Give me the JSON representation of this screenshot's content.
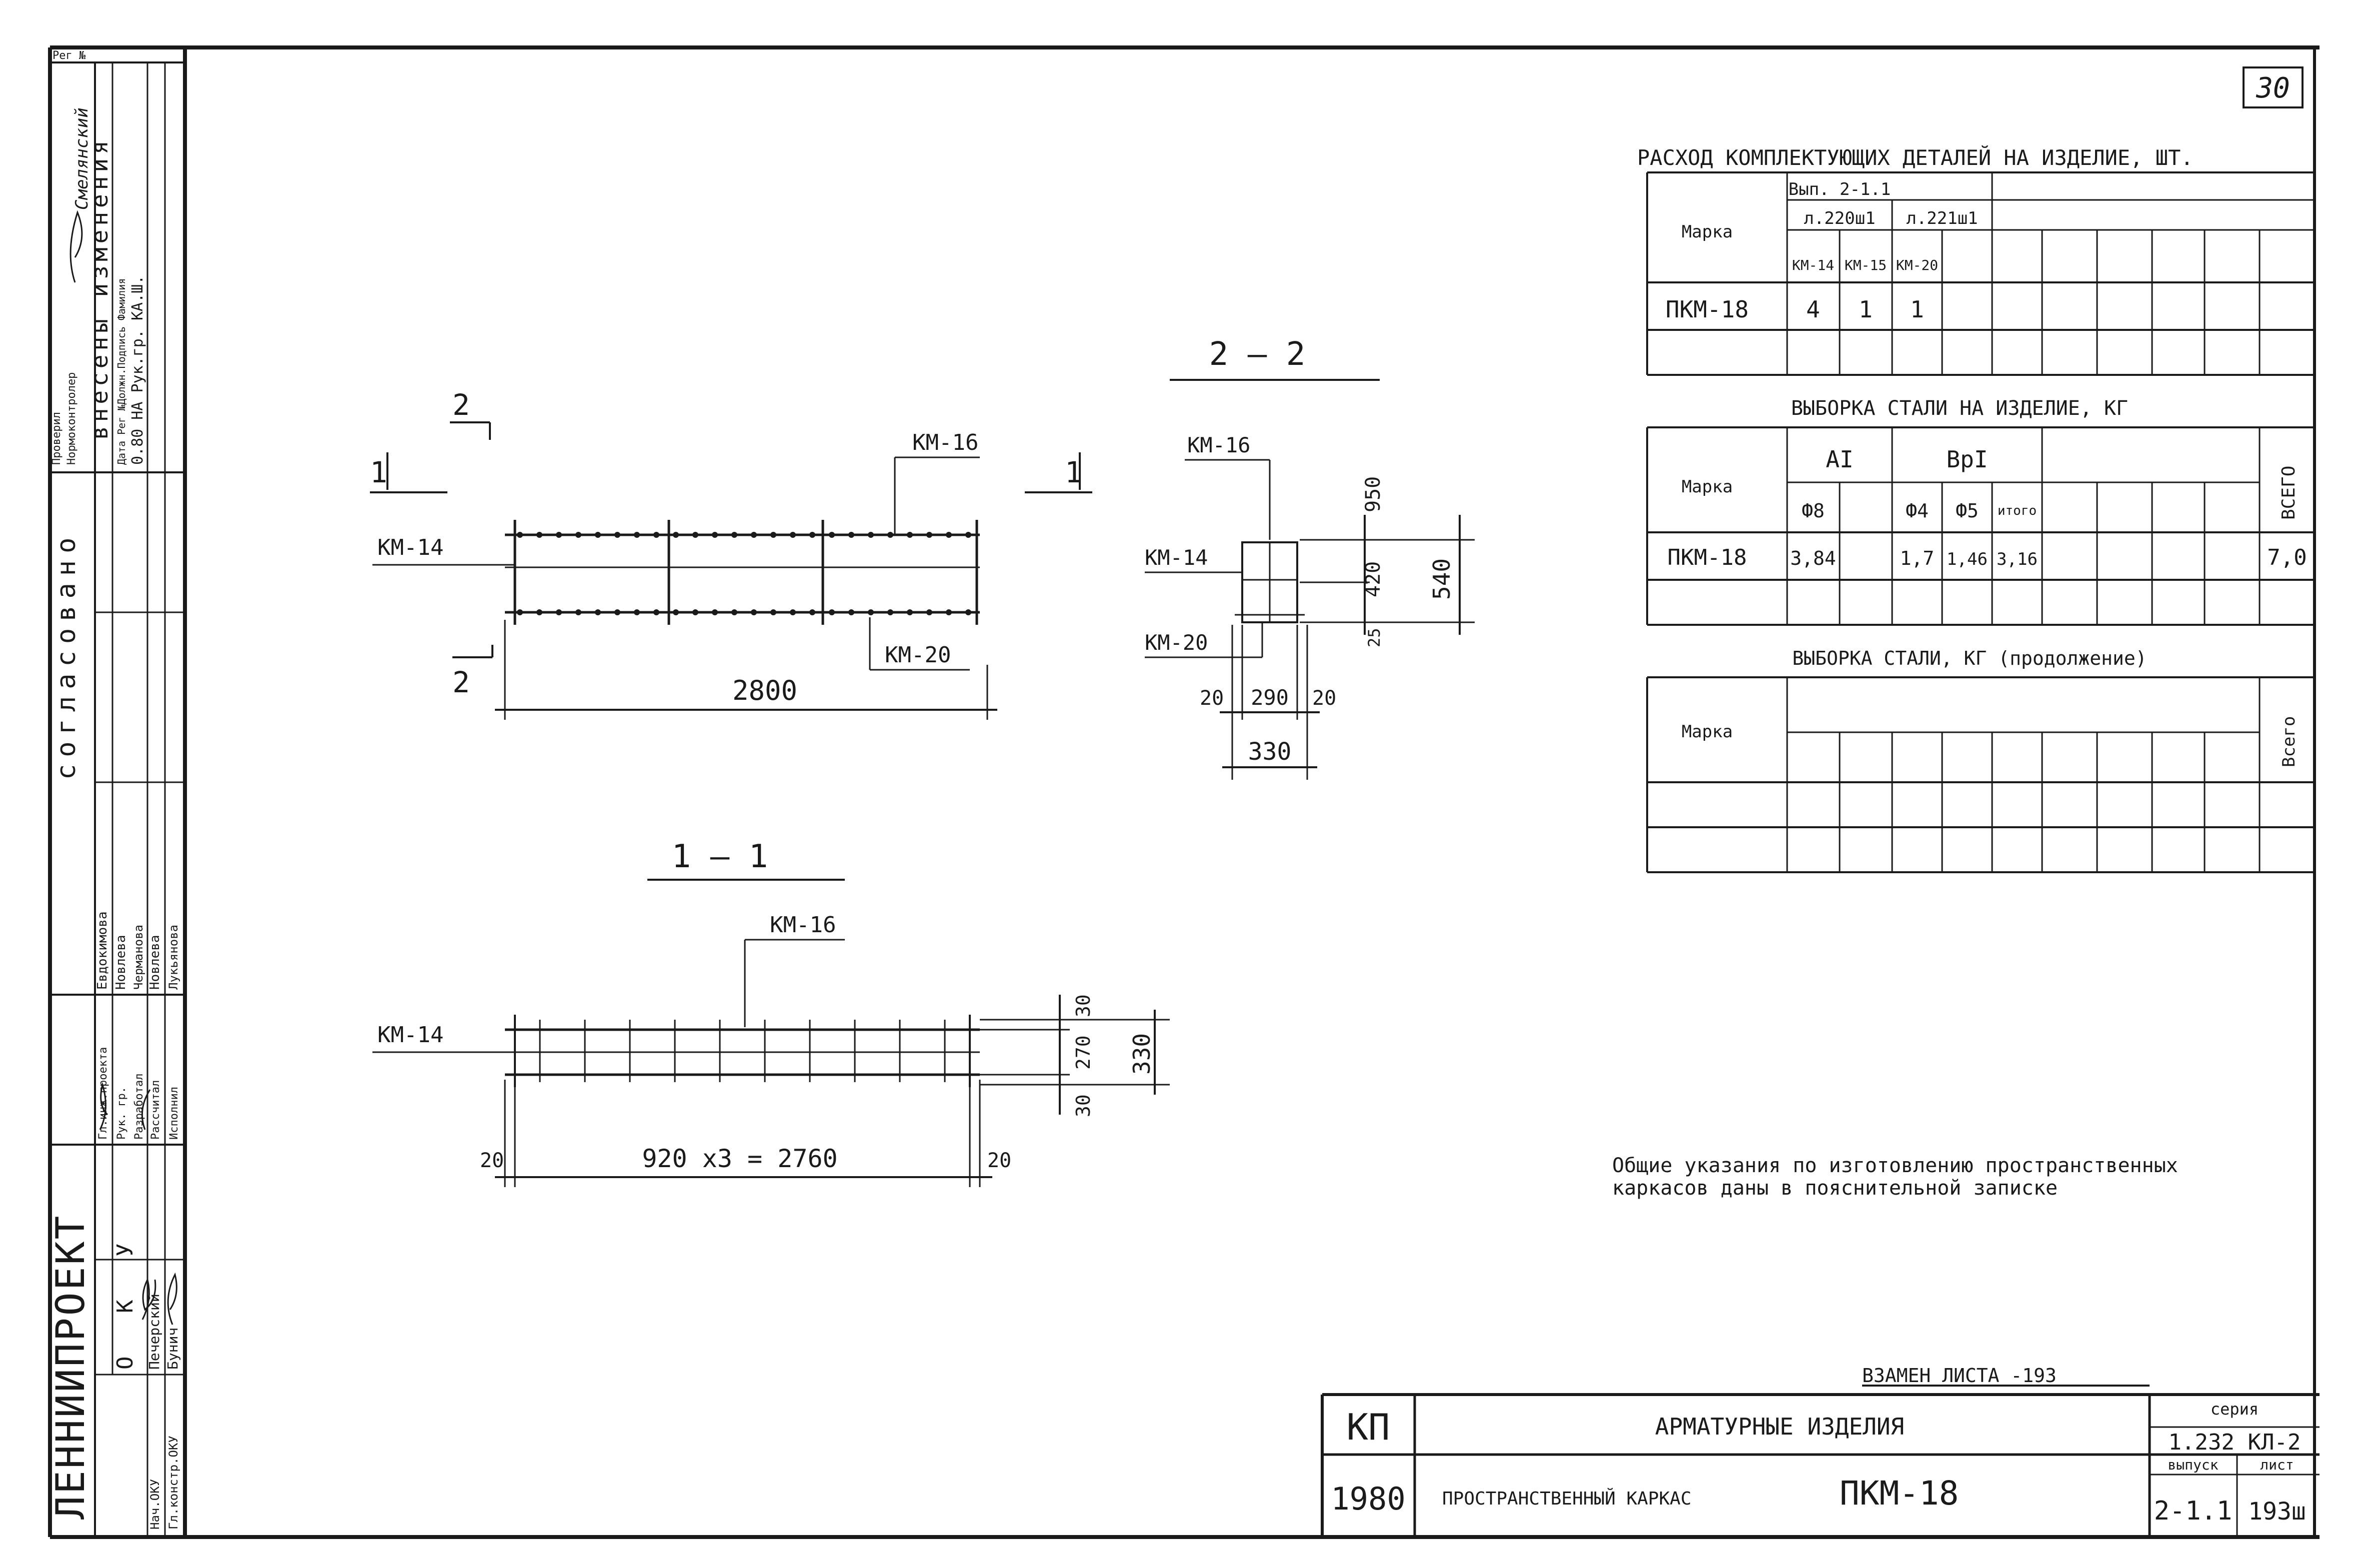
{
  "sheet_number": "30",
  "sections": {
    "s22": "2 — 2",
    "s11": "1 — 1",
    "mark2": "2",
    "mark1": "1"
  },
  "elev": {
    "km14": "КМ-14",
    "km16": "КМ-16",
    "km20": "КМ-20",
    "len": "2800"
  },
  "sec22": {
    "km16": "КМ-16",
    "km14": "КМ-14",
    "km20": "КМ-20",
    "d950": "950",
    "d420": "420",
    "d540": "540",
    "d25": "25",
    "d20a": "20",
    "d290": "290",
    "d20b": "20",
    "d330": "330"
  },
  "sec11": {
    "km16": "КМ-16",
    "km14": "КМ-14",
    "d30a": "30",
    "d270": "270",
    "d30b": "30",
    "d330": "330",
    "d20a": "20",
    "len": "920 x3 = 2760",
    "d20b": "20"
  },
  "t1": {
    "title": "РАСХОД КОМПЛЕКТУЮЩИХ ДЕТАЛЕЙ НА ИЗДЕЛИЕ, ШТ.",
    "mark_header": "Марка",
    "vyp": "Вып. 2-1.1",
    "l1": "л.220ш1",
    "l2": "л.221ш1",
    "c1": "КМ-14",
    "c2": "КМ-15",
    "c3": "КМ-20",
    "row_mark": "ПКМ-18",
    "v1": "4",
    "v2": "1",
    "v3": "1"
  },
  "t2": {
    "title": "ВЫБОРКА СТАЛИ НА ИЗДЕЛИЕ, КГ",
    "mark_header": "Марка",
    "g1": "АI",
    "g2": "ВрI",
    "h1": "Ф8",
    "h2": "Ф4",
    "h3": "Ф5",
    "h4": "итого",
    "total_header": "ВСЕГО",
    "row_mark": "ПКМ-18",
    "v1": "3,84",
    "v2": "1,7",
    "v3": "1,46",
    "v4": "3,16",
    "total": "7,0"
  },
  "t3": {
    "title": "ВЫБОРКА СТАЛИ, КГ (продолжение)",
    "mark_header": "Марка",
    "total_header": "Всего"
  },
  "note": {
    "line1": "Общие указания по изготовлению пространственных",
    "line2": "каркасов даны в пояснительной записке"
  },
  "stamp": {
    "replace": "ВЗАМЕН ЛИСТА -193",
    "kp": "КП",
    "year": "1980",
    "title1": "АРМАТУРНЫЕ ИЗДЕЛИЯ",
    "title2": "ПРОСТРАНСТВЕННЫЙ КАРКАС",
    "product": "ПКМ-18",
    "seria_label": "серия",
    "seria": "1.232 КЛ-2",
    "vypusk_label": "выпуск",
    "list_label": "лист",
    "vypusk": "2-1.1",
    "list": "193ш"
  },
  "side": {
    "org": "ЛЕННИИПРОЕКТ",
    "oku": "О К У",
    "soglas": "согласовано",
    "vneseny": "внесены изменения",
    "reg": "Рег №",
    "chek": "Смелянский",
    "proveril": "Проверил",
    "normo": "Нормоконтролер",
    "col_hdr": "Дата Рег №Должн.Подпись Фамилия",
    "chg_row": "0.80 НА Рук.гр. КА.Ш.",
    "nach": "Нач.ОКУ",
    "glk": "Гл.констр.ОКУ",
    "gip": "Гл.инж.проекта",
    "rukgr": "Рук. гр.",
    "razrab": "Разработал",
    "rasschit": "Рассчитал",
    "ispolnil": "Исполнил",
    "fam1": "Печерский",
    "fam2": "Бунич",
    "fam3": "Евдокимова",
    "fam4": "Новлева",
    "fam5": "Черманова",
    "fam6": "Новлева",
    "fam7": "Лукьянова"
  }
}
